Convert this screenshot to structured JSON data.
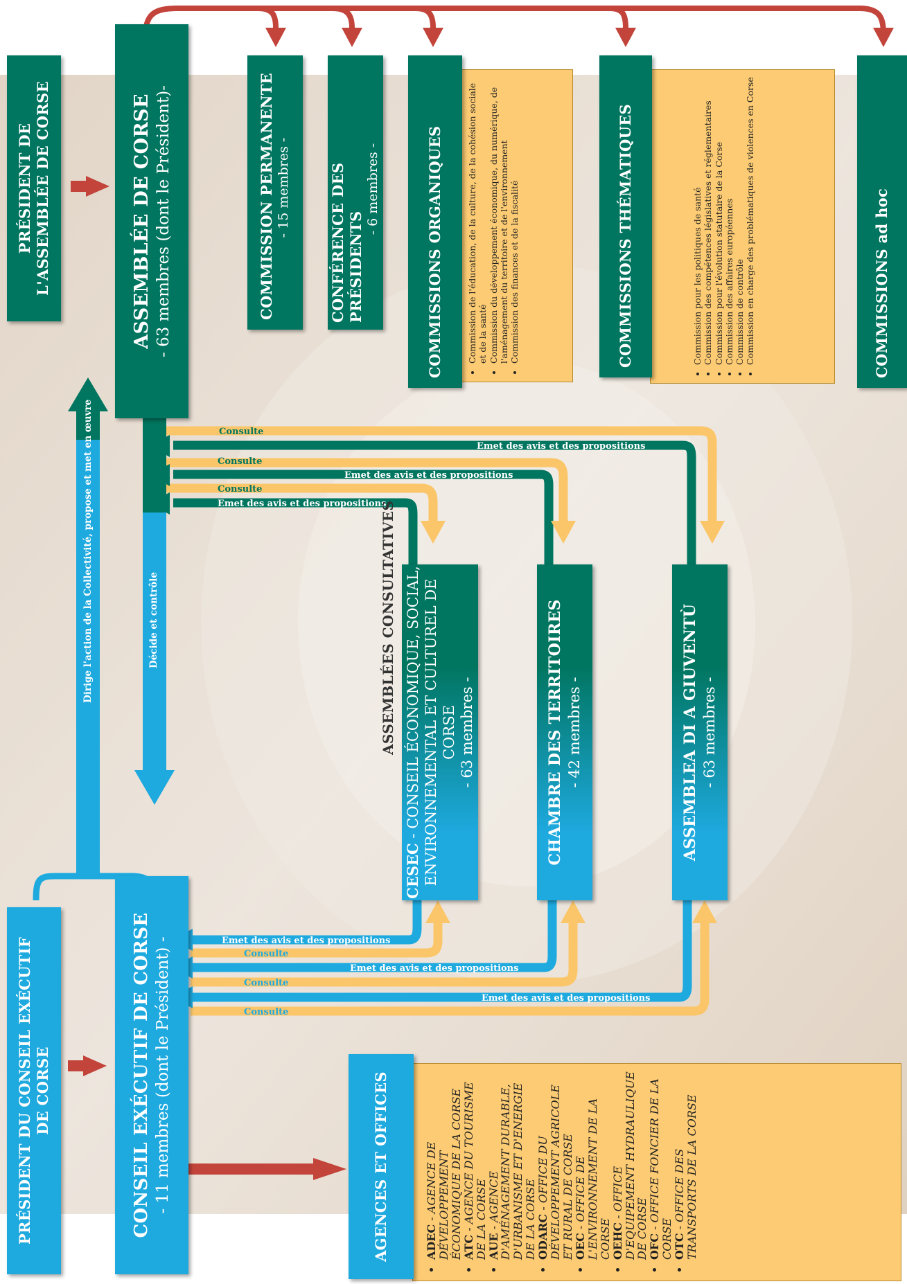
{
  "president_assemblee": {
    "title": "PRÉSIDENT DE L'ASSEMBLÉE DE CORSE"
  },
  "assemblee": {
    "title": "ASSEMBLÉE DE CORSE",
    "subtitle": "- 63 membres (dont le Président)-"
  },
  "commission_permanente": {
    "title": "COMMISSION PERMANENTE",
    "subtitle": "- 15 membres -"
  },
  "conference_presidents": {
    "title": "CONFÉRENCE DES PRÉSIDENTS",
    "subtitle": "- 6 membres -"
  },
  "commissions_organiques": {
    "title": "COMMISSIONS ORGANIQUES",
    "items": [
      "Commission de l'éducation, de la culture, de la cohésion sociale et de la santé",
      "Commission du développement économique, du numérique, de l'aménagement du territoire et de l'environnement",
      "Commission des finances et de la fiscalité"
    ]
  },
  "commissions_thematiques": {
    "title": "COMMISSIONS THÉMATIQUES",
    "items": [
      "Commission pour les politiques de santé",
      "Commission des compétences législatives et réglementaires",
      "Commission pour l'évolution statutaire de la Corse",
      "Commission des affaires européennes",
      "Commission de contrôle",
      "Commission en charge des problématiques de violences en Corse"
    ]
  },
  "commissions_adhoc": {
    "title": "COMMISSIONS ad hoc"
  },
  "president_conseil": {
    "title": "PRÉSIDENT DU CONSEIL EXÉCUTIF DE CORSE"
  },
  "conseil_executif": {
    "title": "CONSEIL EXÉCUTIF DE CORSE",
    "subtitle": "- 11 membres (dont le Président) -"
  },
  "agences": {
    "title": "AGENCES ET OFFICES",
    "items": [
      {
        "code": "ADEC",
        "name": "AGENCE DE DÉVELOPPEMENT ÉCONOMIQUE DE LA CORSE"
      },
      {
        "code": "ATC",
        "name": "AGENCE DU TOURISME DE LA CORSE"
      },
      {
        "code": "AUE",
        "name": "AGENCE D'AMÉNAGEMENT DURABLE, D'URBANISME ET D'ENERGIE DE LA CORSE"
      },
      {
        "code": "ODARC",
        "name": "OFFICE DU DÉVELOPPEMENT AGRICOLE ET RURAL DE CORSE"
      },
      {
        "code": "OEC",
        "name": "OFFICE DE L'ENVIRONNEMENT DE LA CORSE"
      },
      {
        "code": "OEHC",
        "name": "OFFICE D'EQUIPEMENT HYDRAULIQUE DE CORSE"
      },
      {
        "code": "OFC",
        "name": "OFFICE FONCIER DE LA CORSE"
      },
      {
        "code": "OTC",
        "name": "OFFICE DES TRANSPORTS DE LA CORSE"
      }
    ]
  },
  "assemblees_consultatives": {
    "title": "ASSEMBLÉES CONSULTATIVES"
  },
  "cesec": {
    "code": "CESEC",
    "title": " - CONSEIL ÉCONOMIQUE, SOCIAL, ENVIRONNEMENTAL ET CULTUREL DE CORSE",
    "subtitle": "- 63 membres -"
  },
  "chambre": {
    "title": "CHAMBRE DES TERRITOIRES",
    "subtitle": "- 42 membres -"
  },
  "assemblea": {
    "title": "ASSEMBLEA DI A GIUVENTÙ",
    "subtitle": "- 63 membres -"
  },
  "labels": {
    "dirige": "Dirige l'action de la Collectivité, propose et met en œuvre",
    "decide": "Décide et contrôle",
    "consulte": "Consulte",
    "emet": "Emet des avis et des propositions",
    "sep": " - "
  },
  "colors": {
    "green": "#00755f",
    "blue": "#1ea9df",
    "yellow": "#fbc66a",
    "red": "#c2443b",
    "note": "#fccb73"
  }
}
